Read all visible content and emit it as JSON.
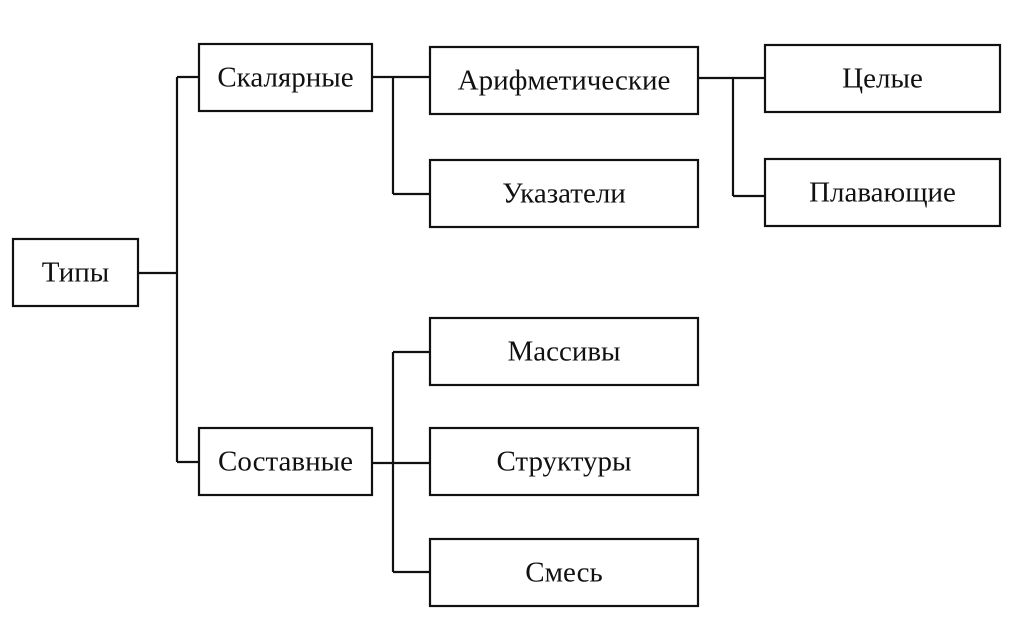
{
  "diagram": {
    "root": {
      "label": "Типы"
    },
    "scalar": {
      "label": "Скалярные",
      "children": {
        "arithmetic": {
          "label": "Арифметические",
          "children": {
            "integer": {
              "label": "Целые"
            },
            "floating": {
              "label": "Плавающие"
            }
          }
        },
        "pointers": {
          "label": "Указатели"
        }
      }
    },
    "composite": {
      "label": "Составные",
      "children": {
        "arrays": {
          "label": "Массивы"
        },
        "structures": {
          "label": "Структуры"
        },
        "unions": {
          "label": "Смесь"
        }
      }
    }
  }
}
